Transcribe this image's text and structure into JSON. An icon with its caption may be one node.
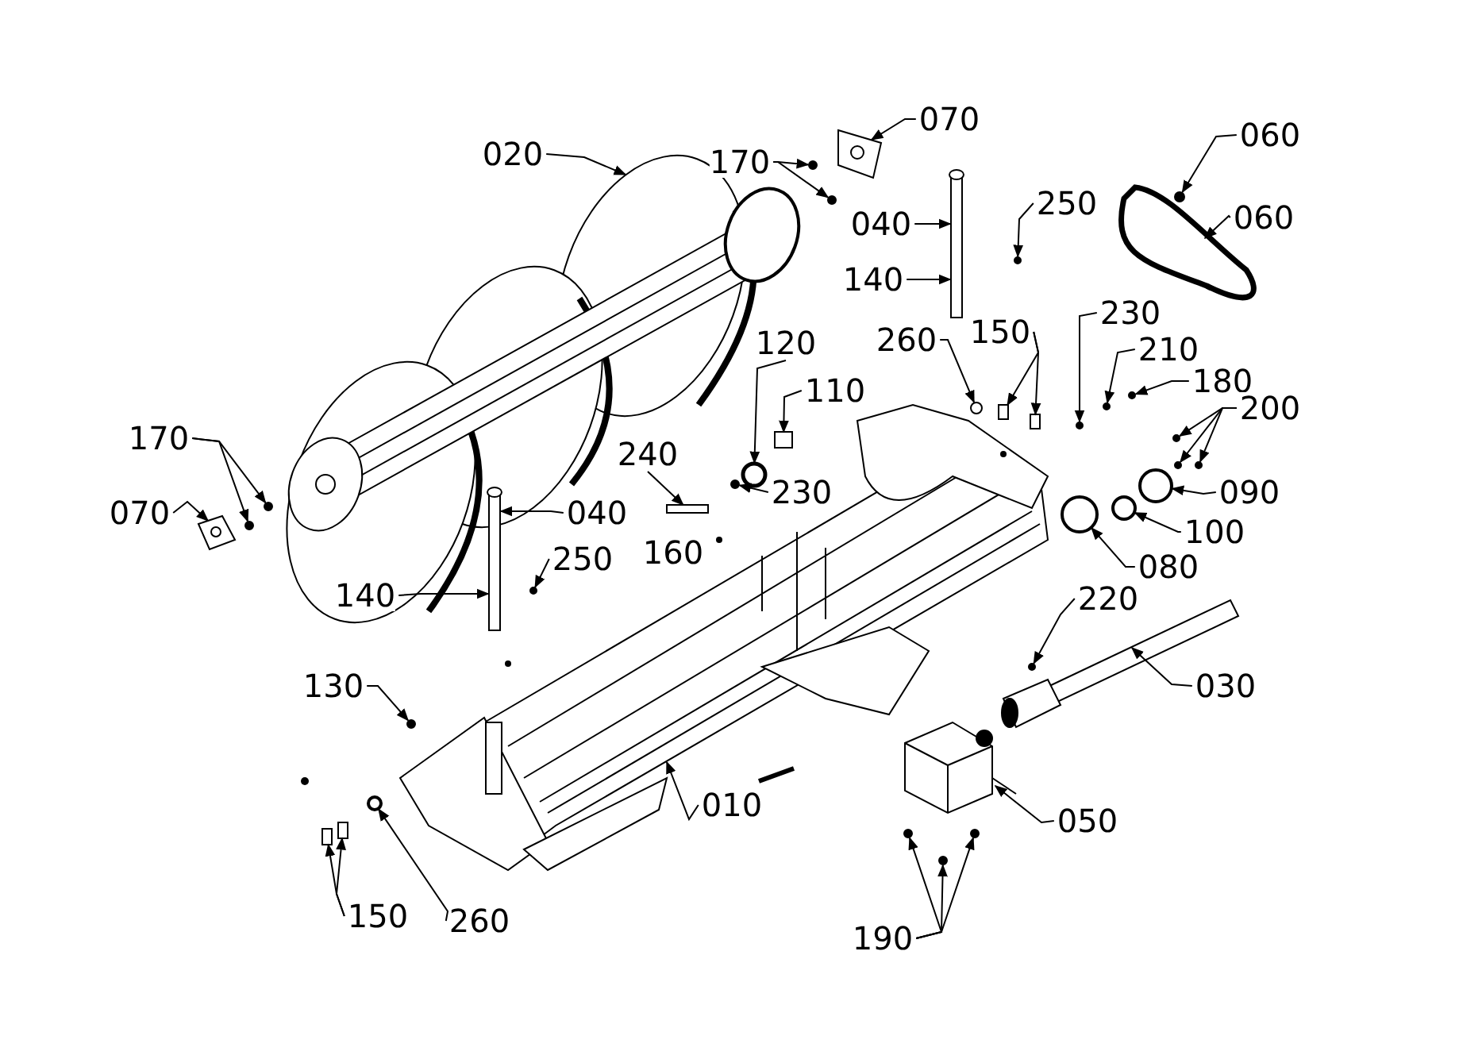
{
  "diagram": {
    "nodes": [
      {
        "text": [
          "070"
        ]
      },
      {
        "text": [
          "020"
        ]
      },
      {
        "text": [
          "170"
        ]
      },
      {
        "text": [
          "060"
        ]
      },
      {
        "text": [
          "060"
        ]
      },
      {
        "text": [
          "040"
        ]
      },
      {
        "text": [
          "250"
        ]
      },
      {
        "text": [
          "140"
        ]
      },
      {
        "text": [
          "230"
        ]
      },
      {
        "text": [
          "150"
        ]
      },
      {
        "text": [
          "260"
        ]
      },
      {
        "text": [
          "210"
        ]
      },
      {
        "text": [
          "120"
        ]
      },
      {
        "text": [
          "110"
        ]
      },
      {
        "text": [
          "180"
        ]
      },
      {
        "text": [
          "200"
        ]
      },
      {
        "text": [
          "240"
        ]
      },
      {
        "text": [
          "230"
        ]
      },
      {
        "text": [
          "170"
        ]
      },
      {
        "text": [
          "070"
        ]
      },
      {
        "text": [
          "090"
        ]
      },
      {
        "text": [
          "040"
        ]
      },
      {
        "text": [
          "100"
        ]
      },
      {
        "text": [
          "250"
        ]
      },
      {
        "text": [
          "080"
        ]
      },
      {
        "text": [
          "140"
        ]
      },
      {
        "text": [
          "220"
        ]
      },
      {
        "text": [
          "130"
        ]
      },
      {
        "text": [
          "030"
        ]
      },
      {
        "text": [
          "010"
        ]
      },
      {
        "text": [
          "050"
        ]
      },
      {
        "text": [
          "150"
        ]
      },
      {
        "text": [
          "260"
        ]
      },
      {
        "text": [
          "190"
        ]
      },
      {
        "text": [],
        "shape": "picture"
      },
      {
        "text": [],
        "shape": "picture"
      },
      {
        "text": [],
        "shape": "circle"
      },
      {
        "text": [],
        "shape": "circle"
      },
      {
        "text": [],
        "shape": "circle"
      },
      {
        "text": [],
        "shape": "picture"
      },
      {
        "text": [],
        "shape": "bar"
      },
      {
        "text": [],
        "shape": "circle"
      },
      {
        "text": [],
        "shape": "circle"
      },
      {
        "text": [],
        "shape": "bar"
      },
      {
        "text": [],
        "shape": "bar"
      },
      {
        "text": [],
        "shape": "circle"
      },
      {
        "text": [],
        "shape": "circle"
      },
      {
        "text": [],
        "shape": "circle"
      },
      {
        "text": [],
        "shape": "bar"
      },
      {
        "text": [],
        "shape": "circle"
      },
      {
        "text": [],
        "shape": "circle"
      },
      {
        "text": [],
        "shape": "circle"
      },
      {
        "text": [],
        "shape": "circle"
      },
      {
        "text": [],
        "shape": "bar"
      },
      {
        "text": [],
        "shape": "circle"
      },
      {
        "text": [],
        "shape": "circle"
      },
      {
        "text": [],
        "shape": "circle"
      },
      {
        "text": [],
        "shape": "picture"
      },
      {
        "text": [],
        "shape": "circle"
      },
      {
        "text": [],
        "shape": "bar"
      },
      {
        "text": [],
        "shape": "circle"
      },
      {
        "text": [],
        "shape": "circle"
      },
      {
        "text": [],
        "shape": "circle"
      },
      {
        "text": [],
        "shape": "circle"
      },
      {
        "text": [],
        "shape": "circle"
      },
      {
        "text": [],
        "shape": "picture"
      },
      {
        "text": [],
        "shape": "picture"
      },
      {
        "text": [],
        "shape": "picture"
      },
      {
        "text": [],
        "shape": "bar"
      },
      {
        "text": [],
        "shape": "bar"
      },
      {
        "text": [],
        "shape": "circle"
      },
      {
        "text": [],
        "shape": "circle"
      },
      {
        "text": [],
        "shape": "circle"
      },
      {
        "text": [],
        "shape": "circle"
      }
    ],
    "edges": [
      {
        "from": 0,
        "to": 34,
        "arrow": "to"
      },
      {
        "from": 1,
        "to": 35,
        "arrow": "to"
      },
      {
        "from": 2,
        "to": 36,
        "arrow": "to"
      },
      {
        "from": 2,
        "to": 37,
        "arrow": "to"
      },
      {
        "from": 3,
        "to": 38,
        "arrow": "to"
      },
      {
        "from": 4,
        "to": 39,
        "arrow": "to"
      },
      {
        "from": 5,
        "to": 40,
        "arrow": "to"
      },
      {
        "from": 6,
        "to": 41,
        "arrow": "to"
      },
      {
        "from": 7,
        "to": 40,
        "arrow": "to"
      },
      {
        "from": 8,
        "to": 42,
        "arrow": "to"
      },
      {
        "from": 9,
        "to": 43,
        "arrow": "to"
      },
      {
        "from": 9,
        "to": 44,
        "arrow": "to"
      },
      {
        "from": 10,
        "to": 45,
        "arrow": "to"
      },
      {
        "from": 11,
        "to": 46,
        "arrow": "to"
      },
      {
        "from": 12,
        "to": 47,
        "arrow": "to"
      },
      {
        "from": 13,
        "to": 48,
        "arrow": "to"
      },
      {
        "from": 14,
        "to": 49,
        "arrow": "to"
      },
      {
        "from": 15,
        "to": 50,
        "arrow": "to"
      },
      {
        "from": 15,
        "to": 51,
        "arrow": "to"
      },
      {
        "from": 15,
        "to": 52,
        "arrow": "to"
      },
      {
        "from": 16,
        "to": 53,
        "arrow": "to"
      },
      {
        "from": 17,
        "to": 54,
        "arrow": "to"
      },
      {
        "from": 18,
        "to": 55,
        "arrow": "to"
      },
      {
        "from": 18,
        "to": 56,
        "arrow": "to"
      },
      {
        "from": 19,
        "to": 57,
        "arrow": "to"
      },
      {
        "from": 20,
        "to": 58,
        "arrow": "to"
      },
      {
        "from": 21,
        "to": 59,
        "arrow": "to"
      },
      {
        "from": 22,
        "to": 60,
        "arrow": "to"
      },
      {
        "from": 23,
        "to": 61,
        "arrow": "to"
      },
      {
        "from": 24,
        "to": 62,
        "arrow": "to"
      },
      {
        "from": 25,
        "to": 59,
        "arrow": "to"
      },
      {
        "from": 26,
        "to": 63,
        "arrow": "to"
      },
      {
        "from": 27,
        "to": 64,
        "arrow": "to"
      },
      {
        "from": 28,
        "to": 65,
        "arrow": "to"
      },
      {
        "from": 29,
        "to": 66,
        "arrow": "to"
      },
      {
        "from": 30,
        "to": 67,
        "arrow": "to"
      },
      {
        "from": 31,
        "to": 68,
        "arrow": "to"
      },
      {
        "from": 31,
        "to": 69,
        "arrow": "to"
      },
      {
        "from": 32,
        "to": 70,
        "arrow": "to"
      },
      {
        "from": 33,
        "to": 71,
        "arrow": "to"
      },
      {
        "from": 33,
        "to": 72,
        "arrow": "to"
      },
      {
        "from": 33,
        "to": 73,
        "arrow": "to"
      }
    ],
    "labels": [
      "160"
    ]
  }
}
